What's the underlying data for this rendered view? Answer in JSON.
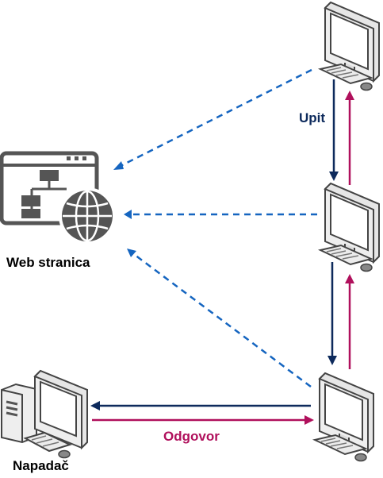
{
  "labels": {
    "website": "Web stranica",
    "attacker": "Napadač",
    "request": "Upit",
    "response": "Odgovor"
  },
  "colors": {
    "request": "#0d2a5c",
    "response": "#b0105c",
    "attack": "#1565c0",
    "icon": "#444444"
  },
  "icons": {
    "website": "website-sitemap-globe-icon",
    "computers": [
      "computer-icon-top",
      "computer-icon-middle",
      "computer-icon-bottom"
    ],
    "attacker": "attacker-desktop-tower-icon"
  }
}
